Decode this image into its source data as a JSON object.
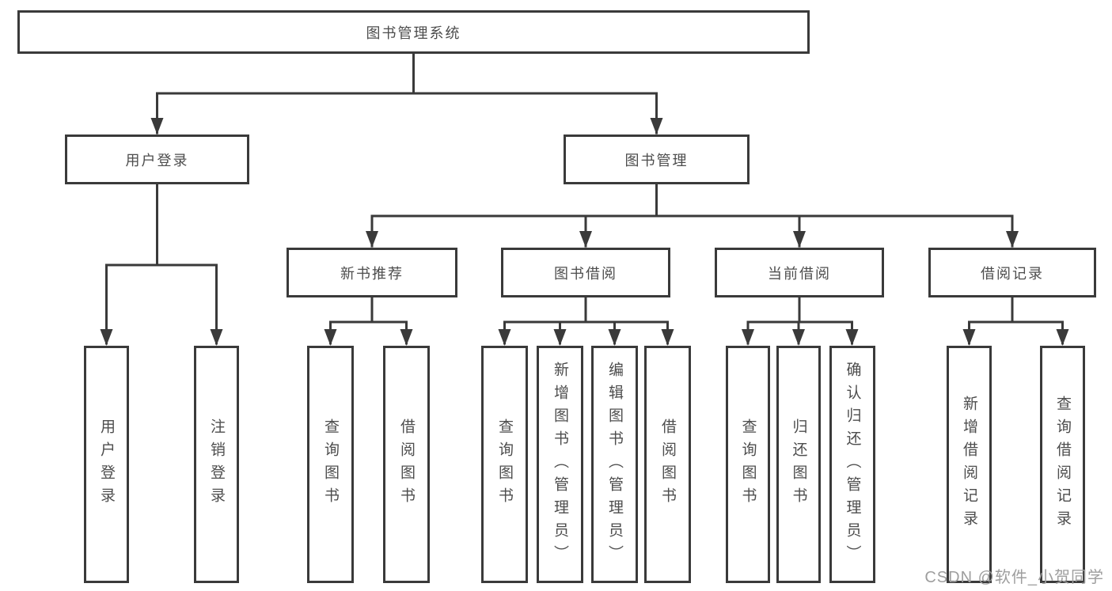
{
  "tree": {
    "label": "图书管理系统",
    "children": [
      {
        "label": "用户登录",
        "children": [
          {
            "label": "用户登录"
          },
          {
            "label": "注销登录"
          }
        ]
      },
      {
        "label": "图书管理",
        "children": [
          {
            "label": "新书推荐",
            "children": [
              {
                "label": "查询图书"
              },
              {
                "label": "借阅图书"
              }
            ]
          },
          {
            "label": "图书借阅",
            "children": [
              {
                "label": "查询图书"
              },
              {
                "label": "新增图书（管理员）"
              },
              {
                "label": "编辑图书（管理员）"
              },
              {
                "label": "借阅图书"
              }
            ]
          },
          {
            "label": "当前借阅",
            "children": [
              {
                "label": "查询图书"
              },
              {
                "label": "归还图书"
              },
              {
                "label": "确认归还（管理员）"
              }
            ]
          },
          {
            "label": "借阅记录",
            "children": [
              {
                "label": "新增借阅记录"
              },
              {
                "label": "查询借阅记录"
              }
            ]
          }
        ]
      }
    ]
  },
  "watermark": "CSDN @软件_小贺同学",
  "colors": {
    "line": "#3a3a3a",
    "text": "#4d4d4d",
    "background": "#ffffff",
    "watermark": "#9e9e9e"
  }
}
